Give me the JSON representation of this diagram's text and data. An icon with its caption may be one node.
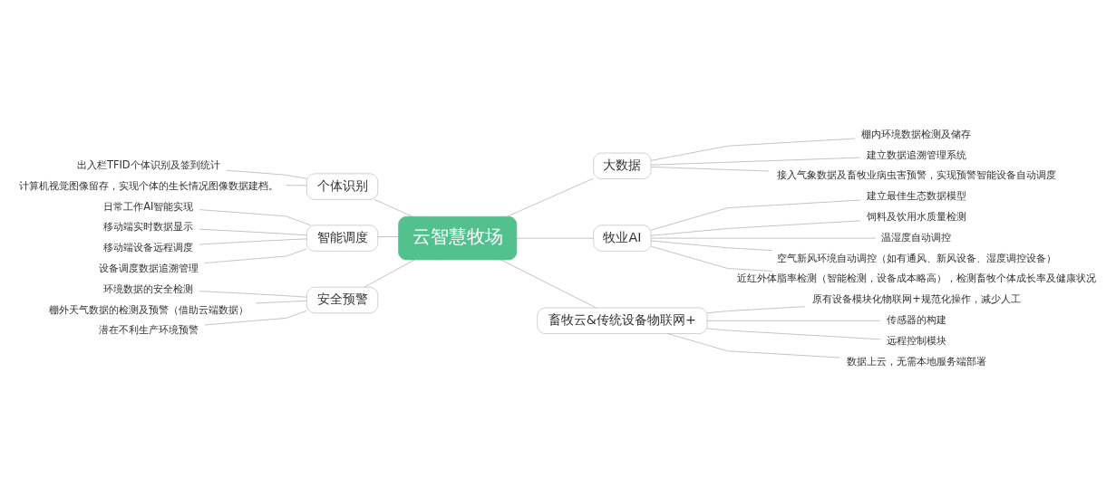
{
  "diagram": {
    "nodes": [
      {
        "text": [
          "云智慧牧场"
        ]
      },
      {
        "text": [
          "个体识别"
        ]
      },
      {
        "text": [
          "出入栏TFID个体识别及签到统计"
        ]
      },
      {
        "text": [
          "计算机视觉图像留存，实现个体的生长情况图像数据建档。"
        ]
      },
      {
        "text": [
          "智能调度"
        ]
      },
      {
        "text": [
          "日常工作AI智能实现"
        ]
      },
      {
        "text": [
          "移动端实时数据显示"
        ]
      },
      {
        "text": [
          "移动端设备远程调度"
        ]
      },
      {
        "text": [
          "设备调度数据追溯管理"
        ]
      },
      {
        "text": [
          "安全预警"
        ]
      },
      {
        "text": [
          "环境数据的安全检测"
        ]
      },
      {
        "text": [
          "棚外天气数据的检测及预警（借助云端数据）"
        ]
      },
      {
        "text": [
          "潜在不利生产环境预警"
        ]
      },
      {
        "text": [
          "大数据"
        ]
      },
      {
        "text": [
          "棚内环境数据检测及储存"
        ]
      },
      {
        "text": [
          "建立数据追溯管理系统"
        ]
      },
      {
        "text": [
          "接入气象数据及畜牧业病虫害预警，实现预警智能设备自动调度"
        ]
      },
      {
        "text": [
          "牧业AI"
        ]
      },
      {
        "text": [
          "建立最佳生态数据模型"
        ]
      },
      {
        "text": [
          "饲料及饮用水质量检测"
        ]
      },
      {
        "text": [
          "温湿度自动调控"
        ]
      },
      {
        "text": [
          "空气新风环境自动调控（如有通风、新风设备、湿度调控设备）"
        ]
      },
      {
        "text": [
          "近红外体脂率检测（智能检测，设备成本略高），检测畜牧个体成长率及健康状况"
        ]
      },
      {
        "text": [
          "畜牧云&传统设备物联网+"
        ]
      },
      {
        "text": [
          "原有设备模块化物联网+规范化操作，减少人工"
        ]
      },
      {
        "text": [
          "传感器的构建"
        ]
      },
      {
        "text": [
          "远程控制模块"
        ]
      },
      {
        "text": [
          "数据上云，无需本地服务端部署"
        ]
      }
    ],
    "edges": [
      {
        "from": 0,
        "to": 1,
        "arrow": "none"
      },
      {
        "from": 1,
        "to": 2,
        "arrow": "none"
      },
      {
        "from": 1,
        "to": 3,
        "arrow": "none"
      },
      {
        "from": 0,
        "to": 4,
        "arrow": "none"
      },
      {
        "from": 4,
        "to": 5,
        "arrow": "none"
      },
      {
        "from": 4,
        "to": 6,
        "arrow": "none"
      },
      {
        "from": 4,
        "to": 7,
        "arrow": "none"
      },
      {
        "from": 4,
        "to": 8,
        "arrow": "none"
      },
      {
        "from": 0,
        "to": 9,
        "arrow": "none"
      },
      {
        "from": 9,
        "to": 10,
        "arrow": "none"
      },
      {
        "from": 9,
        "to": 11,
        "arrow": "none"
      },
      {
        "from": 9,
        "to": 12,
        "arrow": "none"
      },
      {
        "from": 0,
        "to": 13,
        "arrow": "none"
      },
      {
        "from": 13,
        "to": 14,
        "arrow": "none"
      },
      {
        "from": 13,
        "to": 15,
        "arrow": "none"
      },
      {
        "from": 13,
        "to": 16,
        "arrow": "none"
      },
      {
        "from": 0,
        "to": 17,
        "arrow": "none"
      },
      {
        "from": 17,
        "to": 18,
        "arrow": "none"
      },
      {
        "from": 17,
        "to": 19,
        "arrow": "none"
      },
      {
        "from": 17,
        "to": 20,
        "arrow": "none"
      },
      {
        "from": 17,
        "to": 21,
        "arrow": "none"
      },
      {
        "from": 17,
        "to": 22,
        "arrow": "none"
      },
      {
        "from": 0,
        "to": 23,
        "arrow": "none"
      },
      {
        "from": 23,
        "to": 24,
        "arrow": "none"
      },
      {
        "from": 23,
        "to": 25,
        "arrow": "none"
      },
      {
        "from": 23,
        "to": 26,
        "arrow": "none"
      },
      {
        "from": 23,
        "to": 27,
        "arrow": "none"
      }
    ]
  }
}
